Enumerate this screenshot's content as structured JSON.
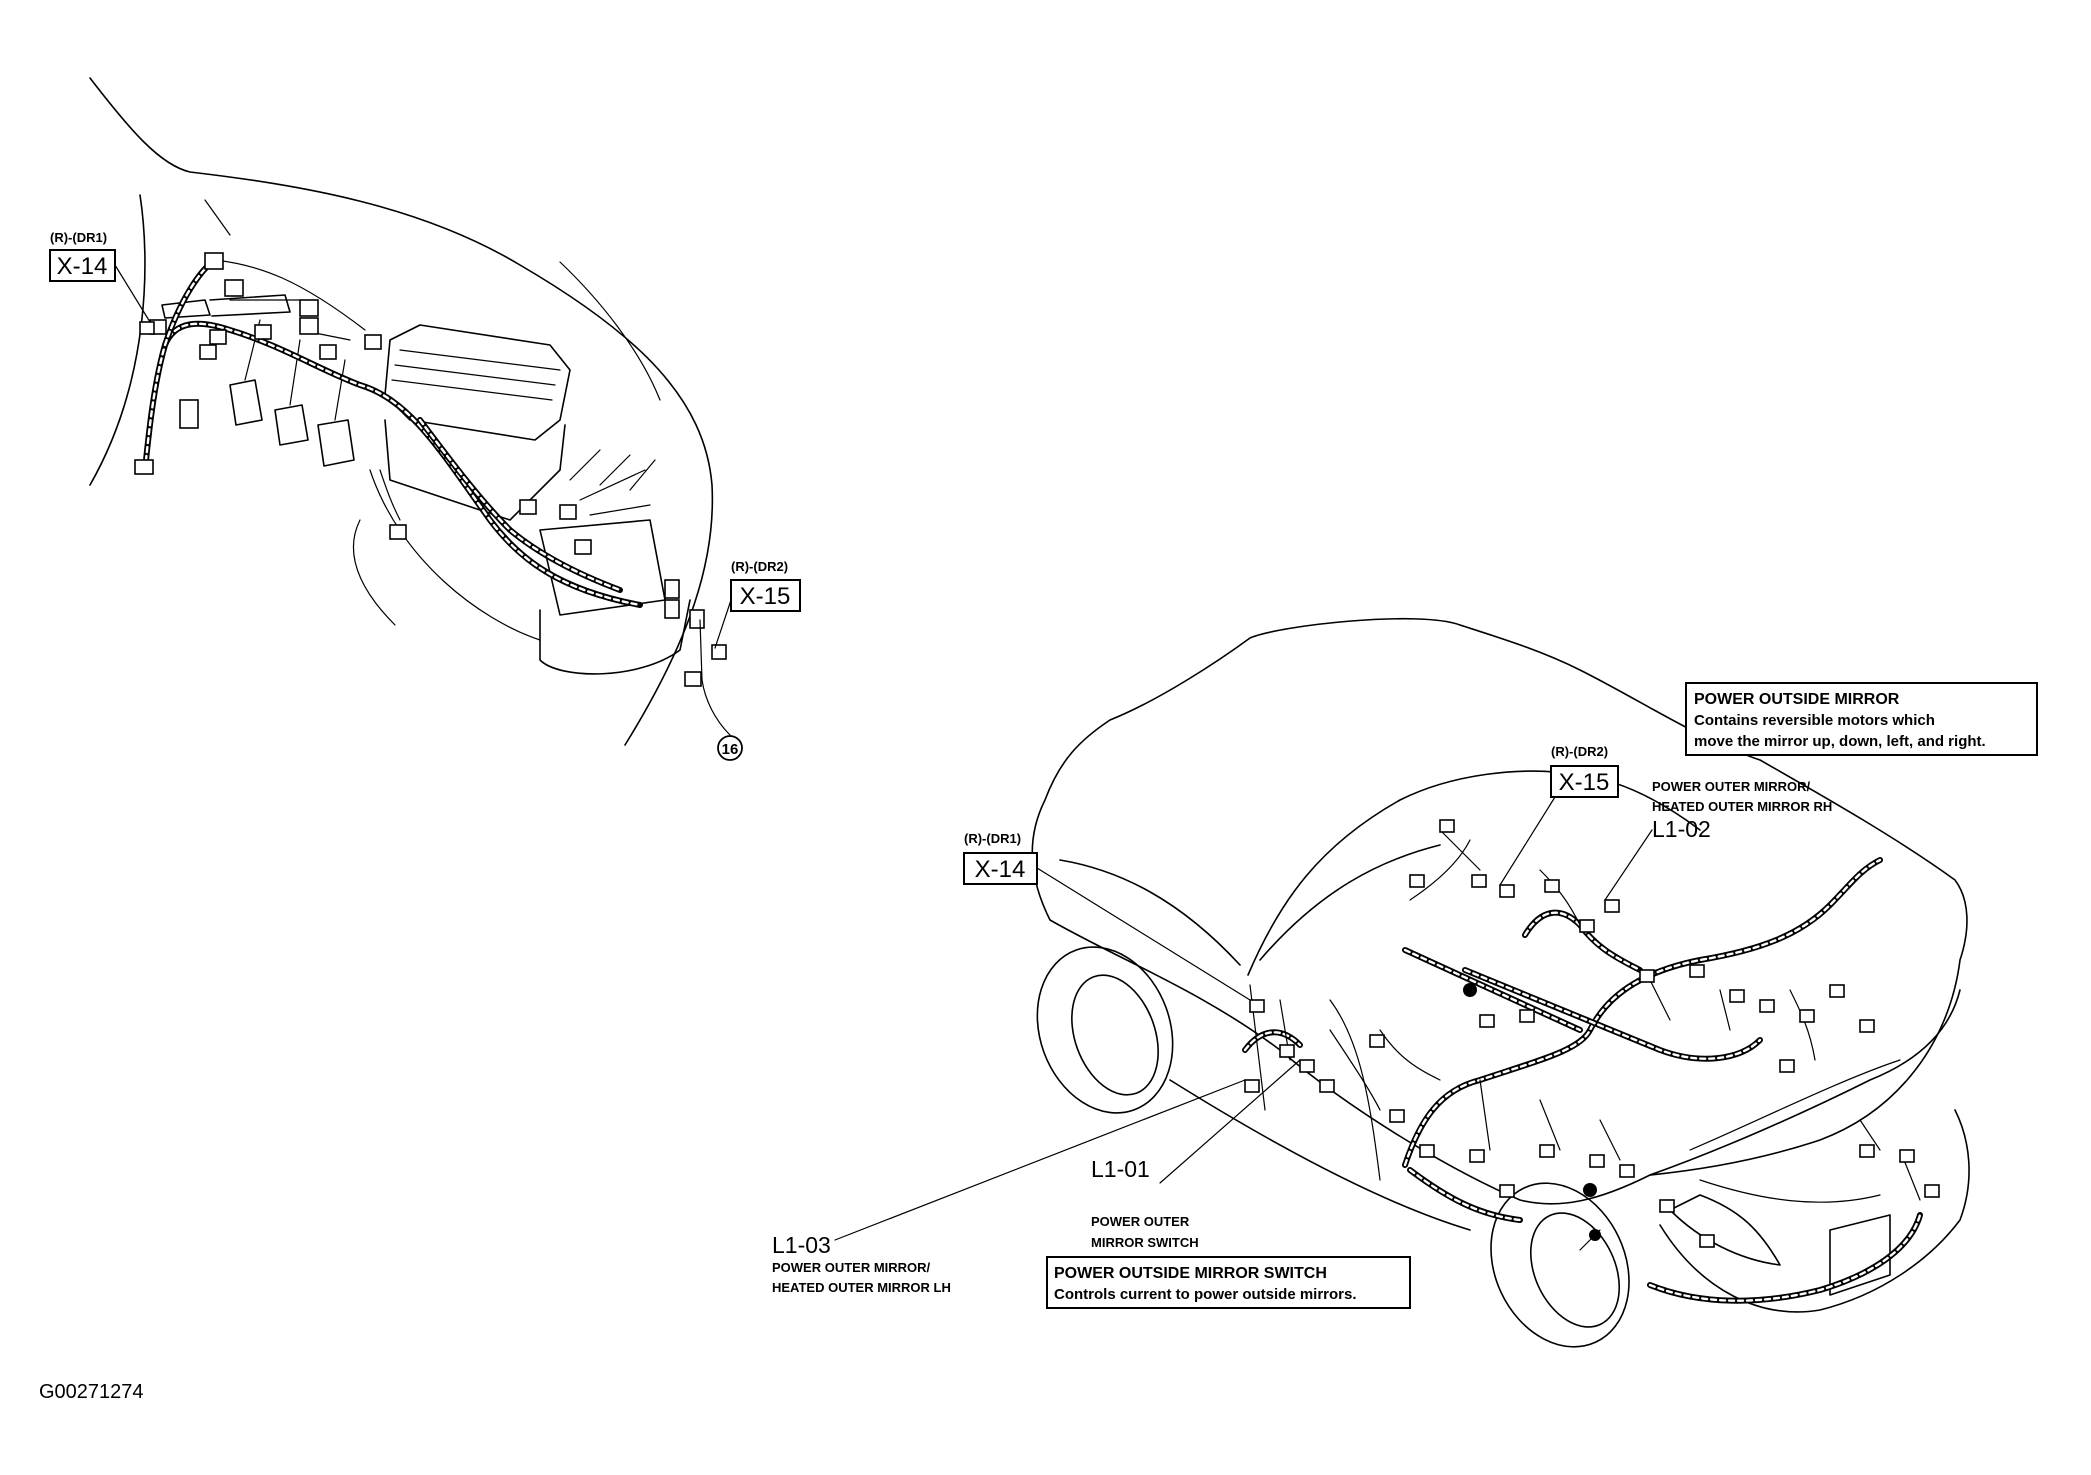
{
  "top_view": {
    "connector_x14": {
      "sub": "(R)-(DR1)",
      "code": "X-14"
    },
    "connector_x15": {
      "sub": "(R)-(DR2)",
      "code": "X-15"
    },
    "ground_point": "16"
  },
  "car_view": {
    "connector_x14": {
      "sub": "(R)-(DR1)",
      "code": "X-14"
    },
    "connector_x15": {
      "sub": "(R)-(DR2)",
      "code": "X-15"
    },
    "l1_01": {
      "code": "L1-01",
      "line1": "POWER OUTER",
      "line2": "MIRROR SWITCH"
    },
    "l1_02": {
      "code": "L1-02",
      "line1": "POWER OUTER MIRROR/",
      "line2": "HEATED OUTER MIRROR RH"
    },
    "l1_03": {
      "code": "L1-03",
      "line1": "POWER OUTER MIRROR/",
      "line2": "HEATED OUTER MIRROR LH"
    }
  },
  "notes": {
    "mirror": {
      "title": "POWER OUTSIDE MIRROR",
      "line1": "Contains reversible motors which",
      "line2": "move the mirror up, down, left, and right."
    },
    "switch": {
      "title": "POWER OUTSIDE MIRROR SWITCH",
      "line1": "Controls current to power outside mirrors."
    }
  },
  "figure_id": "G00271274"
}
